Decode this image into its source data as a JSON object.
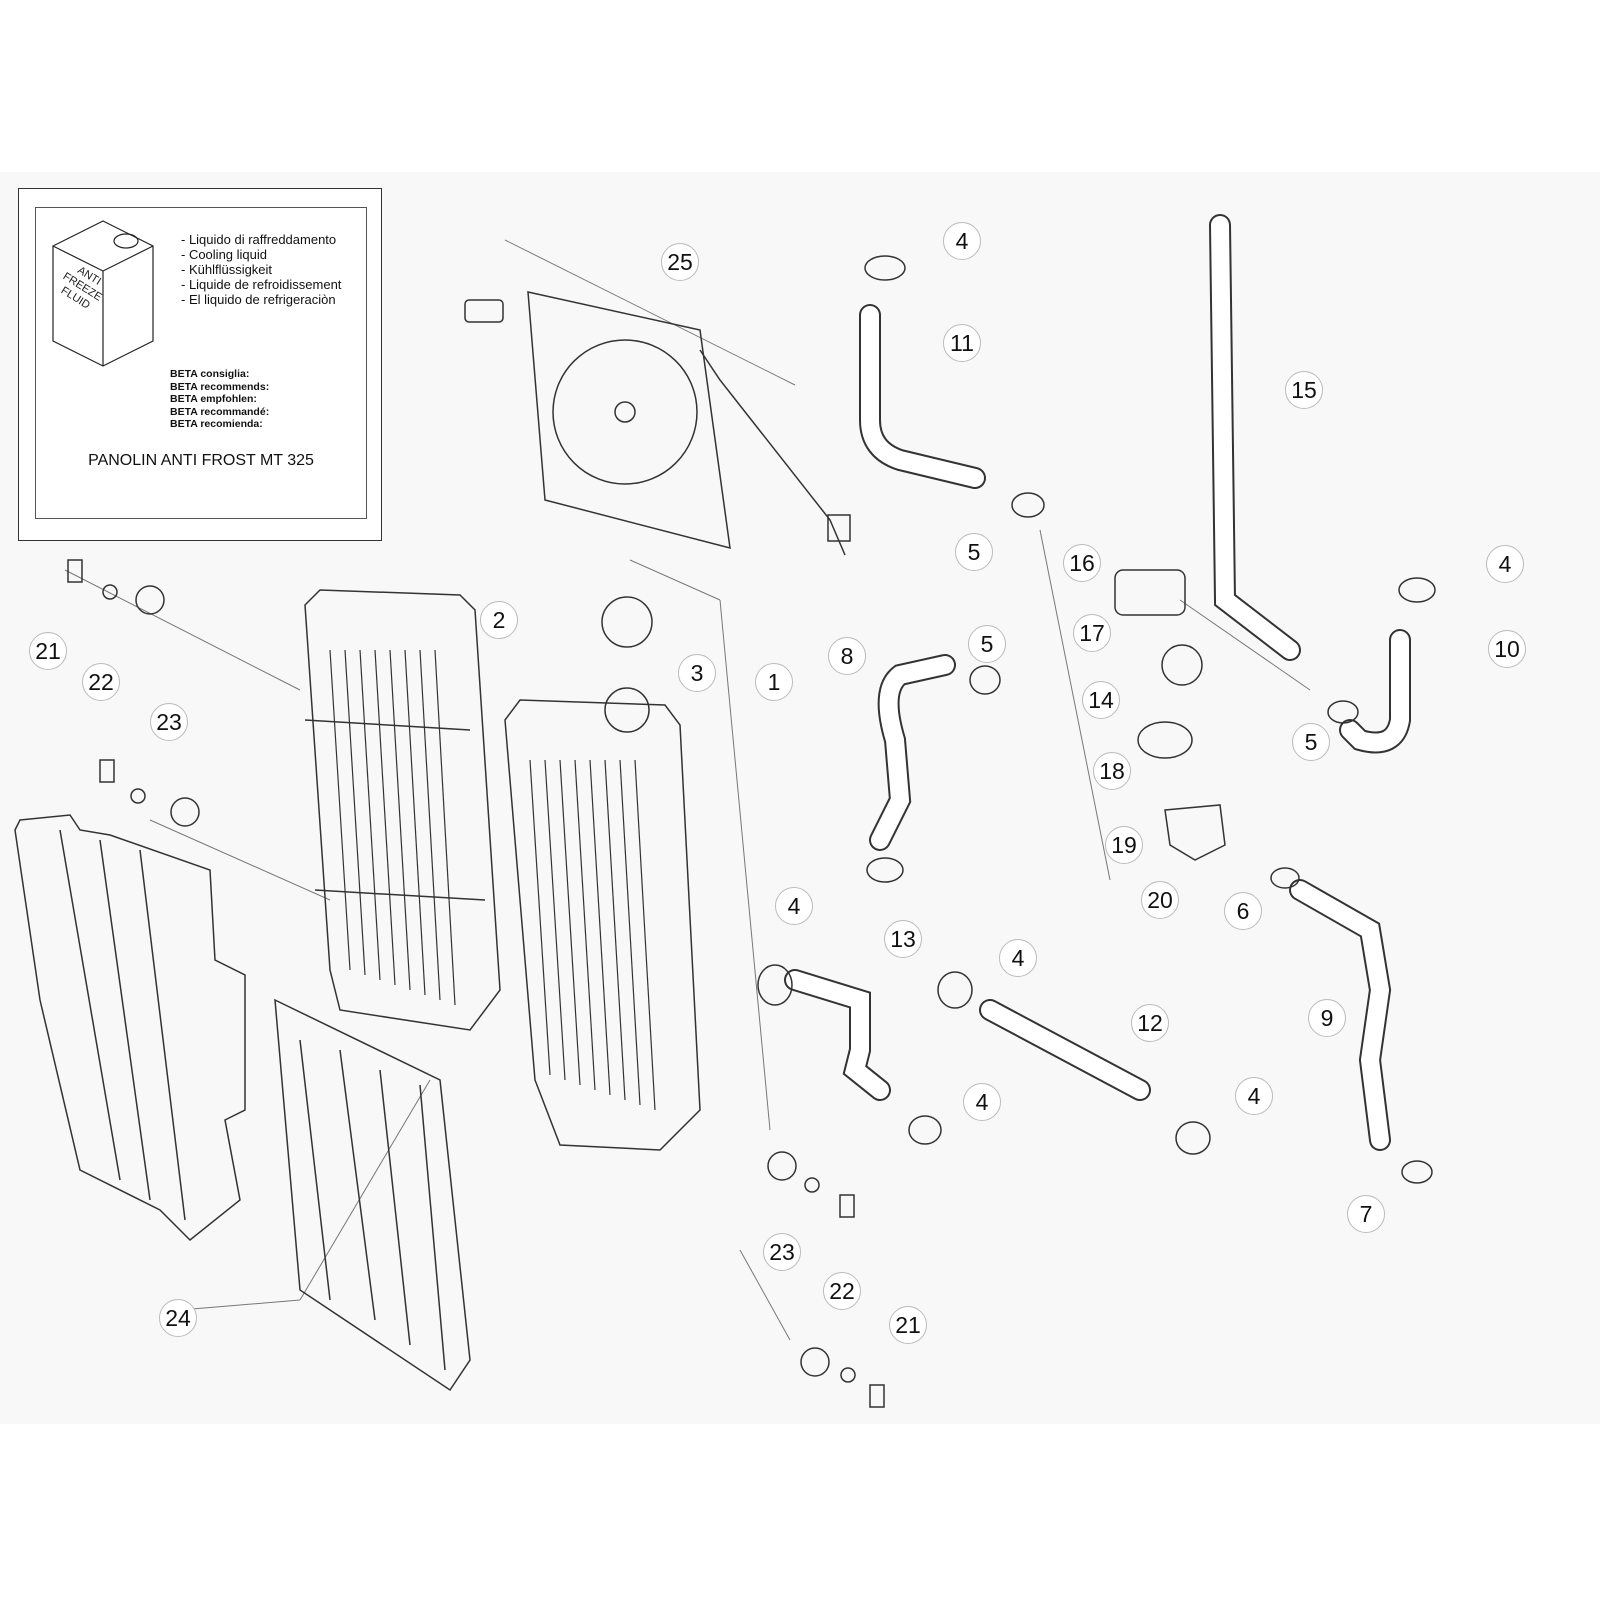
{
  "legend": {
    "can_label": "ANTI FREEZE FLUID",
    "languages": [
      "- Liquido di raffreddamento",
      "- Cooling liquid",
      "- Kühlflüssigkeit",
      "- Liquide de refroidissement",
      "- El liquido de refrigeraciòn"
    ],
    "recommends": [
      "BETA consiglia:",
      "BETA recommends:",
      "BETA empfohlen:",
      "BETA recommandé:",
      "BETA recomienda:"
    ],
    "product": "PANOLIN ANTI FROST MT 325"
  },
  "callouts": [
    "25",
    "4",
    "11",
    "15",
    "5",
    "16",
    "4",
    "17",
    "10",
    "2",
    "3",
    "1",
    "8",
    "5",
    "14",
    "5",
    "18",
    "19",
    "20",
    "6",
    "4",
    "13",
    "4",
    "12",
    "9",
    "4",
    "4",
    "7",
    "21",
    "22",
    "23",
    "23",
    "22",
    "21",
    "24"
  ]
}
